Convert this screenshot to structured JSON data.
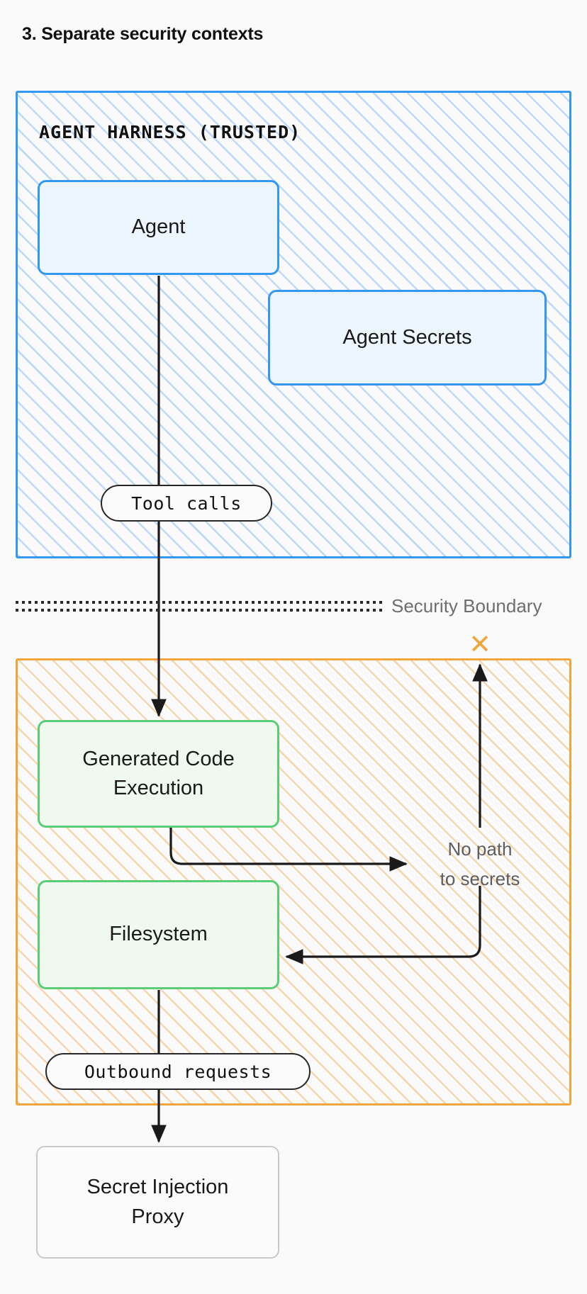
{
  "page": {
    "title": "3. Separate security contexts",
    "background": "#fafafa"
  },
  "colors": {
    "trusted_border": "#3498f0",
    "trusted_hatch": "#92bdf2",
    "untrusted_border": "#f0a63c",
    "untrusted_hatch": "#f5ba75",
    "node_blue_fill": "#edf5fe",
    "node_green_border": "#5ccc77",
    "node_green_fill": "#eff9ef",
    "node_gray_border": "#c9c9c9",
    "edge": "#1a1a1a",
    "muted_text": "#5e5e5e",
    "x_mark": "#f0a63c"
  },
  "zones": {
    "trusted": {
      "label": "AGENT HARNESS (TRUSTED)",
      "nodes": [
        {
          "id": "agent",
          "label": "Agent"
        },
        {
          "id": "secrets",
          "label": "Agent Secrets"
        }
      ]
    },
    "untrusted": {
      "label": "",
      "nodes": [
        {
          "id": "codeexec",
          "line1": "Generated Code",
          "line2": "Execution"
        },
        {
          "id": "filesystem",
          "label": "Filesystem"
        }
      ]
    }
  },
  "external_nodes": [
    {
      "id": "proxy",
      "line1": "Secret Injection",
      "line2": "Proxy"
    }
  ],
  "edge_labels": {
    "tool_calls": "Tool calls",
    "outbound_requests": "Outbound requests"
  },
  "annotations": {
    "security_boundary": "Security Boundary",
    "no_path_line1": "No path",
    "no_path_line2": "to secrets",
    "blocked_marker": "✕"
  },
  "icons": {
    "blocked": "x-mark-icon"
  }
}
